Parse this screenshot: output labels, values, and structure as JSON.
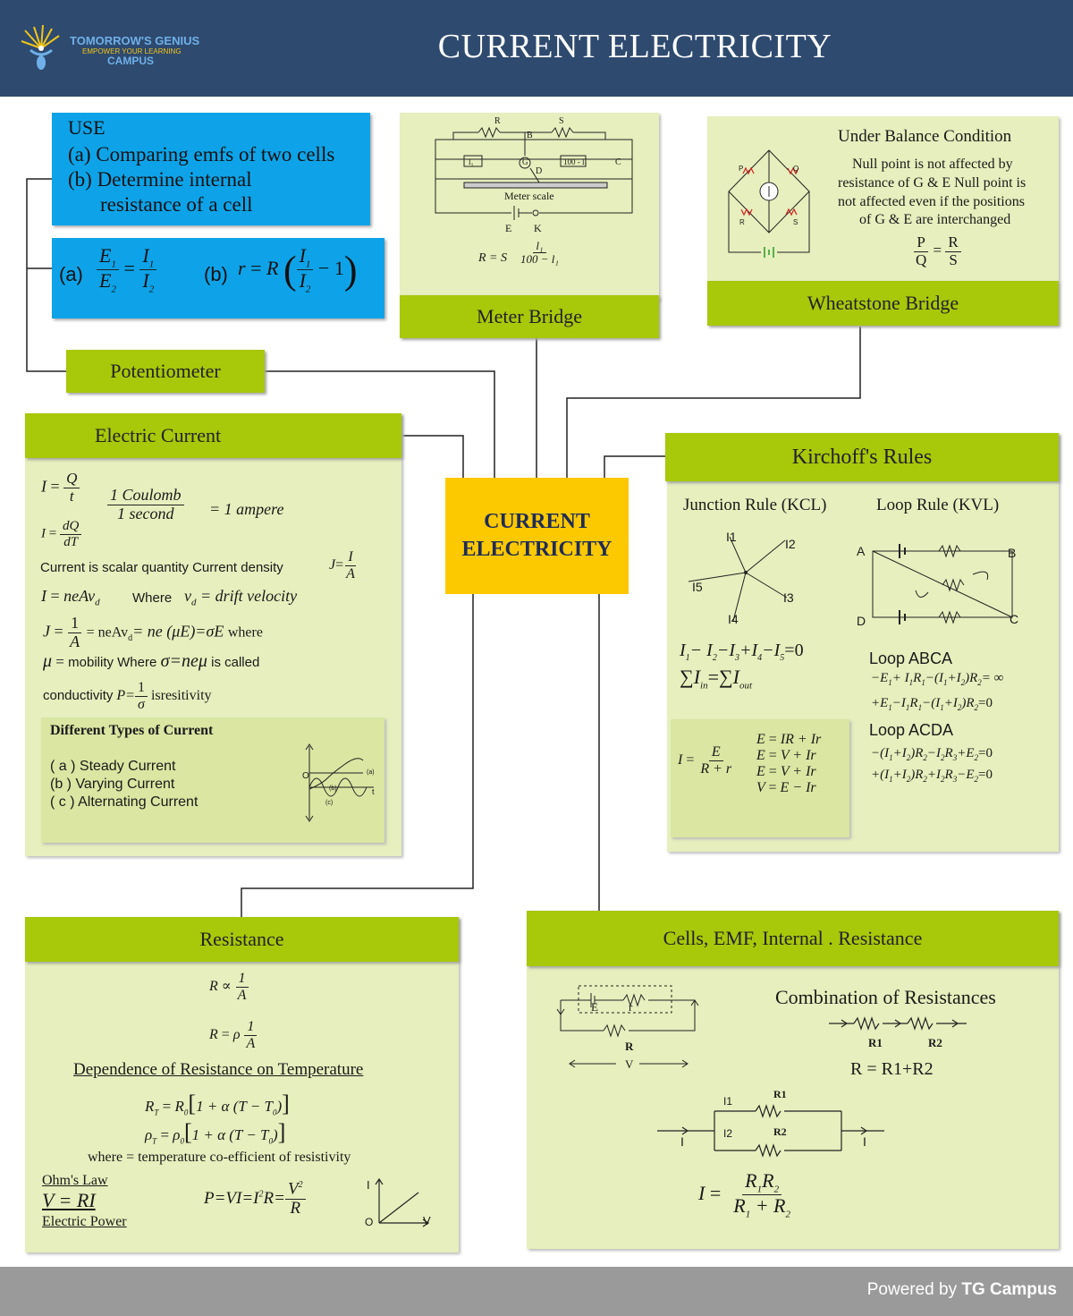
{
  "header": {
    "title": "CURRENT ELECTRICITY",
    "logo_line1": "TOMORROW'S GENIUS",
    "logo_line2": "EMPOWER YOUR LEARNING",
    "logo_line3": "CAMPUS"
  },
  "footer": {
    "prefix": "Powered by",
    "brand": "TG Campus"
  },
  "center": {
    "line1": "CURRENT",
    "line2": "ELECTRICITY"
  },
  "use": {
    "title": "USE",
    "item_a": "(a) Comparing emfs of two cells",
    "item_b1": "(b) Determine internal",
    "item_b2": "resistance of a cell",
    "label_a": "(a)",
    "label_b": "(b)"
  },
  "potentiometer": {
    "title": "Potentiometer"
  },
  "meter_bridge": {
    "title": "Meter Bridge",
    "labels": {
      "R": "R",
      "S": "S",
      "B": "B",
      "G": "G",
      "D": "D",
      "C": "C",
      "l1": "l₁",
      "l2": "100 - l₁",
      "scale": "Meter scale",
      "E": "E",
      "K": "K"
    },
    "formula_lhs": "R = S",
    "formula_num": "l₁",
    "formula_den": "100 − l₁"
  },
  "wheatstone": {
    "title": "Wheatstone Bridge",
    "subtitle": "Under Balance Condition",
    "text1": "Null point is not affected by",
    "text2": "resistance of G & E Null point is",
    "text3": "not affected even if the positions",
    "text4": "of G & E are interchanged",
    "ratio_p": "P",
    "ratio_q": "Q",
    "ratio_r": "R",
    "ratio_s": "S"
  },
  "electric_current": {
    "title": "Electric Current",
    "coulomb": "1 Coulomb",
    "second": "1 second",
    "ampere": "= 1 ampere",
    "scalar_text": "Current is scalar quantity Current density",
    "where_text": "Where",
    "drift": "= drift velocity",
    "nev": "= neAv",
    "where2": "where",
    "mobility": "mobility Where",
    "is_called": "is called",
    "conductivity": "conductivity",
    "resistivity": "isresitivity",
    "types_title": "Different Types of Current",
    "type_a": "( a ) Steady Current",
    "type_b": "(b ) Varying Current",
    "type_c": "( c ) Alternating Current",
    "graph_o": "O",
    "graph_t": "t",
    "graph_a": "(a)",
    "graph_b": "(b)",
    "graph_c": "(c)"
  },
  "kirchoff": {
    "title": "Kirchoff's Rules",
    "junction": "Junction Rule (KCL)",
    "loop": "Loop Rule (KVL)",
    "loop_abca": "Loop ABCA",
    "loop_acda": "Loop ACDA",
    "nodes": {
      "A": "A",
      "B": "B",
      "C": "C",
      "D": "D"
    },
    "currents": {
      "I1": "I1",
      "I2": "I2",
      "I3": "I3",
      "I4": "I4",
      "I5": "I5"
    }
  },
  "resistance": {
    "title": "Resistance",
    "temp_title": "Dependence of Resistance on Temperature",
    "where_alpha": "where = temperature co-efficient of resistivity",
    "ohms_law": "Ohm's Law",
    "ohm_eq": "V = RI",
    "power": "Electric Power",
    "graph_i": "I",
    "graph_v": "V",
    "graph_o": "O"
  },
  "cells": {
    "title": "Cells, EMF, Internal . Resistance",
    "combo": "Combination of Resistances",
    "labels": {
      "E": "E",
      "r": "r",
      "R": "R",
      "V": "V",
      "R1": "R1",
      "R2": "R2",
      "I1": "I1",
      "I2": "I2",
      "I": "I"
    },
    "series": "R = R1+R2"
  }
}
